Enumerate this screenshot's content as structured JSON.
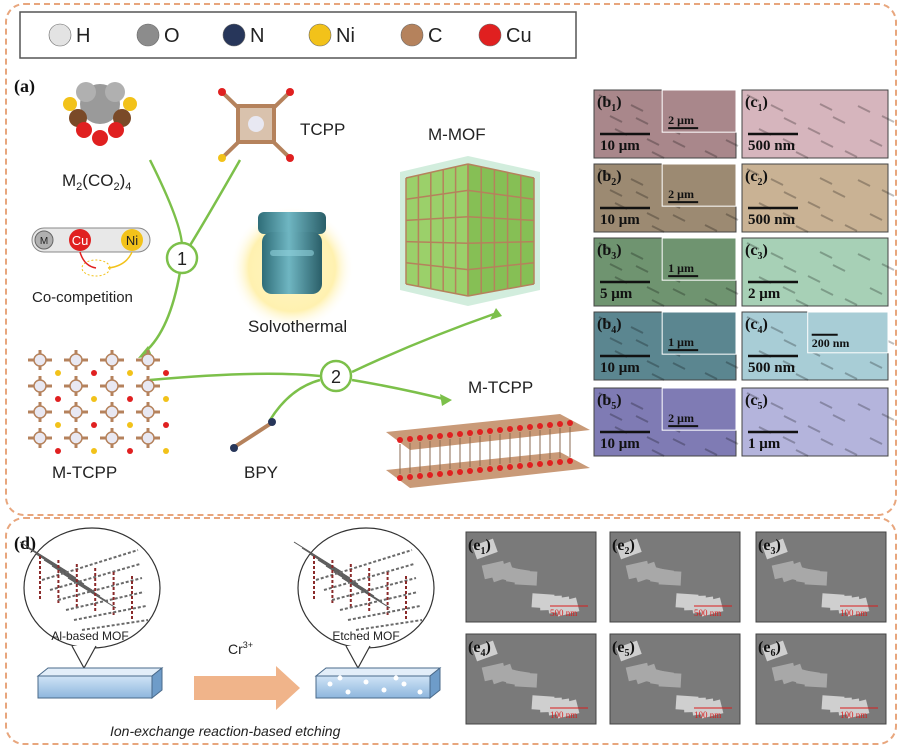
{
  "legend": [
    {
      "symbol": "H",
      "color": "#e3e3e3"
    },
    {
      "symbol": "O",
      "color": "#8c8c8c"
    },
    {
      "symbol": "N",
      "color": "#27365a"
    },
    {
      "symbol": "Ni",
      "color": "#f2c21a"
    },
    {
      "symbol": "C",
      "color": "#b5825c"
    },
    {
      "symbol": "Cu",
      "color": "#e02020"
    }
  ],
  "panel_a": {
    "label": "(a)",
    "m2co24_main": "M",
    "m2co24_sub1": "2",
    "m2co24_mid": "(CO",
    "m2co24_sub2": "2",
    "m2co24_end": ")",
    "m2co24_sub3": "4",
    "tcpp": "TCPP",
    "mmof": "M-MOF",
    "solvothermal": "Solvothermal",
    "step1": "1",
    "step2": "2",
    "cocomp": "Co-competition",
    "chip_m": "M",
    "chip_cu": "Cu",
    "chip_ni": "Ni",
    "mtcpp_left": "M-TCPP",
    "bpy": "BPY",
    "mtcpp_right": "M-TCPP"
  },
  "panel_b": [
    {
      "label": "b",
      "sub": "1",
      "main_scale": "10 μm",
      "inset_scale": "2 μm",
      "color": "#a9878b"
    },
    {
      "label": "b",
      "sub": "2",
      "main_scale": "10 μm",
      "inset_scale": "2 μm",
      "color": "#9c8a72"
    },
    {
      "label": "b",
      "sub": "3",
      "main_scale": "5 μm",
      "inset_scale": "1 μm",
      "color": "#6f9470"
    },
    {
      "label": "b",
      "sub": "4",
      "main_scale": "10 μm",
      "inset_scale": "1 μm",
      "color": "#5b8690"
    },
    {
      "label": "b",
      "sub": "5",
      "main_scale": "10 μm",
      "inset_scale": "2 μm",
      "color": "#7f7bb4"
    }
  ],
  "panel_c": [
    {
      "label": "c",
      "sub": "1",
      "main_scale": "500 nm",
      "inset_scale": "",
      "color": "#d6b5bd"
    },
    {
      "label": "c",
      "sub": "2",
      "main_scale": "500 nm",
      "inset_scale": "",
      "color": "#c9b294"
    },
    {
      "label": "c",
      "sub": "3",
      "main_scale": "2 μm",
      "inset_scale": "",
      "color": "#a7d0b6"
    },
    {
      "label": "c",
      "sub": "4",
      "main_scale": "500 nm",
      "inset_scale": "200 nm",
      "color": "#a8cdd6"
    },
    {
      "label": "c",
      "sub": "5",
      "main_scale": "1 μm",
      "inset_scale": "",
      "color": "#b4b4dc"
    }
  ],
  "panel_d": {
    "label": "(d)",
    "al_mof": "Al-based MOF",
    "etched_mof": "Etched MOF",
    "ion": "Cr",
    "ion_sup": "3+",
    "caption": "Ion-exchange reaction-based etching"
  },
  "panel_e": [
    {
      "label": "e",
      "sub": "1",
      "scale": "500 nm"
    },
    {
      "label": "e",
      "sub": "2",
      "scale": "500 nm"
    },
    {
      "label": "e",
      "sub": "3",
      "scale": "100 nm"
    },
    {
      "label": "e",
      "sub": "4",
      "scale": "100 nm"
    },
    {
      "label": "e",
      "sub": "5",
      "scale": "100 nm"
    },
    {
      "label": "e",
      "sub": "6",
      "scale": "100 nm"
    }
  ],
  "colors": {
    "frame": "#e8a67d",
    "arrow_green": "#7cc04a",
    "arrow_orange": "#f0b48a",
    "cube_green": "#9bd06a"
  }
}
